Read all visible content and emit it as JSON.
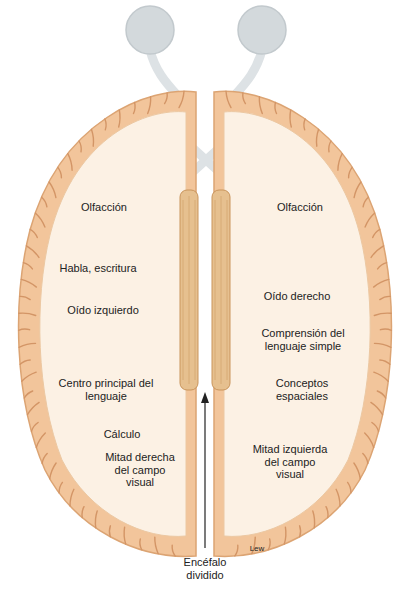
{
  "diagram": {
    "labels": [
      "Olfacción",
      "Olfacción",
      "Habla, escritura",
      "Oído derecho",
      "Oído izquierdo",
      "Comprensión del lenguaje simple",
      "Centro principal del lenguaje",
      "Conceptos espaciales",
      "Cálculo",
      "Mitad derecha del campo visual",
      "Mitad izquierda del campo visual",
      "Lew",
      "Encéfalo dividido"
    ]
  }
}
